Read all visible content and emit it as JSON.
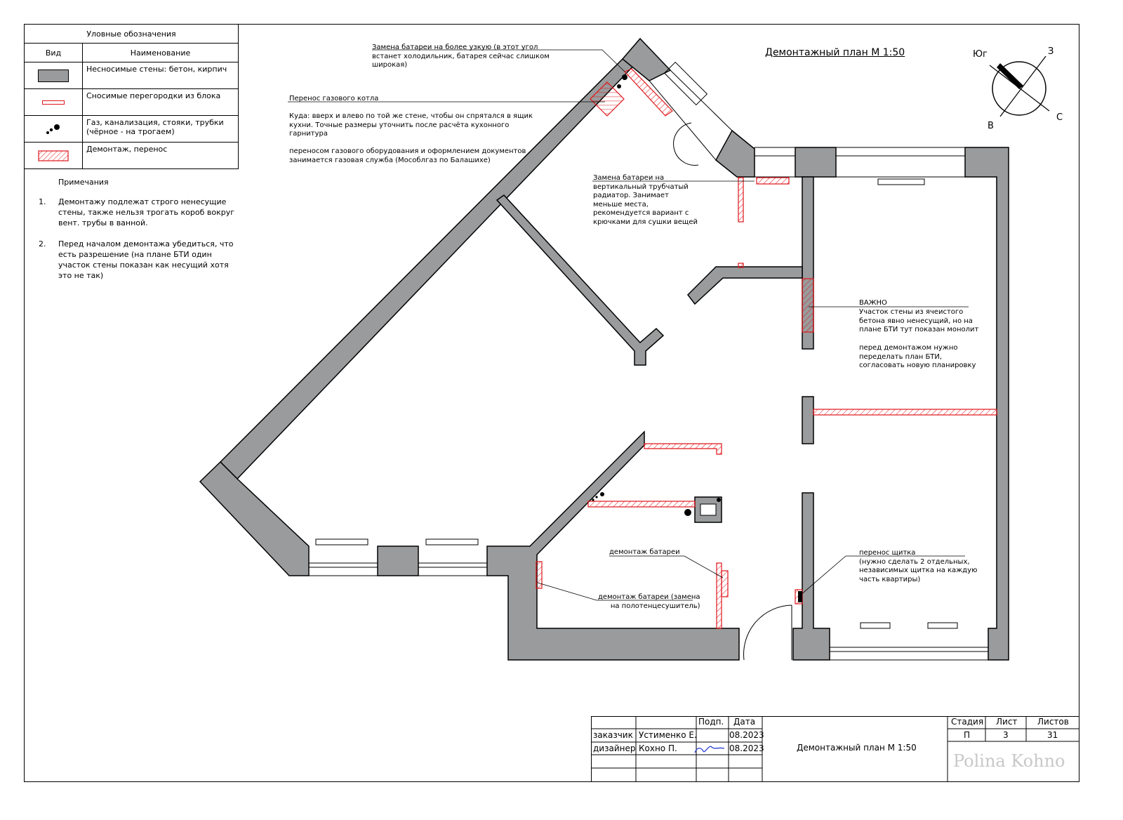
{
  "title": "Демонтажный план М 1:50",
  "legend": {
    "heading": "Уловные обозначения",
    "col_view": "Вид",
    "col_name": "Наименование",
    "rows": [
      {
        "icon": "bearing-wall-swatch",
        "label": "Несносимые стены: бетон, кирпич"
      },
      {
        "icon": "partition-swatch",
        "label": "Сносимые перегородки из блока"
      },
      {
        "icon": "pipes-dots-icon",
        "label": "Газ, канализация, стояки, трубки (чёрное - на трогаем)"
      },
      {
        "icon": "demolition-hatch-swatch",
        "label": "Демонтаж, перенос"
      }
    ]
  },
  "notes": {
    "title": "Примечания",
    "items": [
      {
        "num": "1.",
        "text": "Демонтажу подлежат строго ненесущие стены, также нельзя трогать короб вокруг вент. трубы в ванной."
      },
      {
        "num": "2.",
        "text": "Перед началом демонтажа убедиться, что есть разрешение (на плане БТИ один участок стены показан как несущий хотя это не так)"
      }
    ]
  },
  "compass": {
    "north_label": "Юг",
    "east_label": "З",
    "south_label": "С",
    "west_label": "В"
  },
  "annotations": {
    "fridge_radiator": "Замена батареи на более узкую (в этот угол\nвстанет холодильник, батарея сейчас слишком\nширокая)",
    "gas_boiler_title": "Перенос газового котла",
    "gas_boiler_text": "Куда: вверх и влево по той же стене, чтобы он спрятался в ящик\nкухни. Точные размеры уточнить после расчёта кухонного\nгарнитура",
    "gas_boiler_text2": "переносом газового оборудования и оформлением документов\nзанимается газовая служба (Мособлгаз по Балашихе)",
    "vertical_radiator": "Замена батареи на\nвертикальный трубчатый\nрадиатор. Занимает\nменьше места,\nрекомендуется вариант с\nкрючками для сушки вещей",
    "important_title": "ВАЖНО",
    "important_text": "Участок стены из ячеистого\nбетона явно ненесущий, но на\nплане БТИ тут показан монолит",
    "important_text2": "перед демонтажом нужно\nпеределать план БТИ,\nсогласовать новую планировку",
    "radiator_removal": "демонтаж батареи",
    "radiator_towel": "демонтаж батареи (замена\nна полотенцесушитель)",
    "panel_move": "перенос щитка\n(нужно сделать 2 отдельных,\nнезависимых щитка на каждую\nчасть квартиры)"
  },
  "titleblock": {
    "sign_header": "Подп.",
    "date_header": "Дата",
    "row1_role": "заказчик",
    "row1_name": "Устименко Е.",
    "row1_date": "08.2023",
    "row2_role": "дизайнер",
    "row2_name": "Кохно П.",
    "row2_date": "08.2023",
    "sheet_title": "Демонтажный план  М 1:50",
    "stage_header": "Стадия",
    "sheet_header": "Лист",
    "sheets_header": "Листов",
    "stage": "П",
    "sheet": "3",
    "sheets": "31",
    "brand": "Polina Kohno"
  },
  "colors": {
    "wall": "#999b9c",
    "demolition": "#e0161b",
    "line": "#000000",
    "brand": "#c8c8c8"
  }
}
